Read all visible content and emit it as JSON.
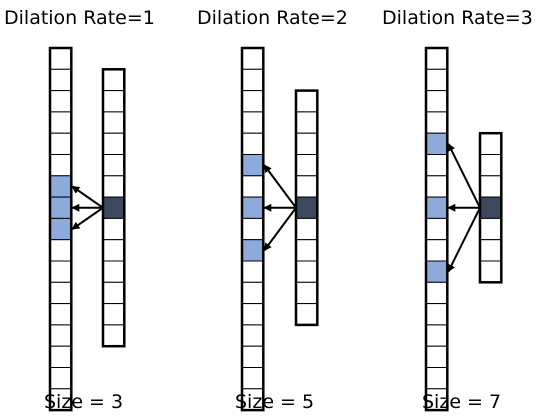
{
  "colors": {
    "cell_fill": "#ffffff",
    "cell_stroke": "#000000",
    "highlight": "#8eaadb",
    "center": "#3b4a5e",
    "arrow": "#000000"
  },
  "panels": [
    {
      "title": "Dilation Rate=1",
      "size_label": "Size = 3",
      "dilation_rate": 1,
      "input_cells": 17,
      "output_cells": 13,
      "input_center_index": 7,
      "output_center_index": 6
    },
    {
      "title": "Dilation Rate=2",
      "size_label": "Size = 5",
      "dilation_rate": 2,
      "input_cells": 17,
      "output_cells": 11,
      "input_center_index": 7,
      "output_center_index": 5
    },
    {
      "title": "Dilation Rate=3",
      "size_label": "Size = 7",
      "dilation_rate": 3,
      "input_cells": 17,
      "output_cells": 7,
      "input_center_index": 7,
      "output_center_index": 3
    }
  ]
}
